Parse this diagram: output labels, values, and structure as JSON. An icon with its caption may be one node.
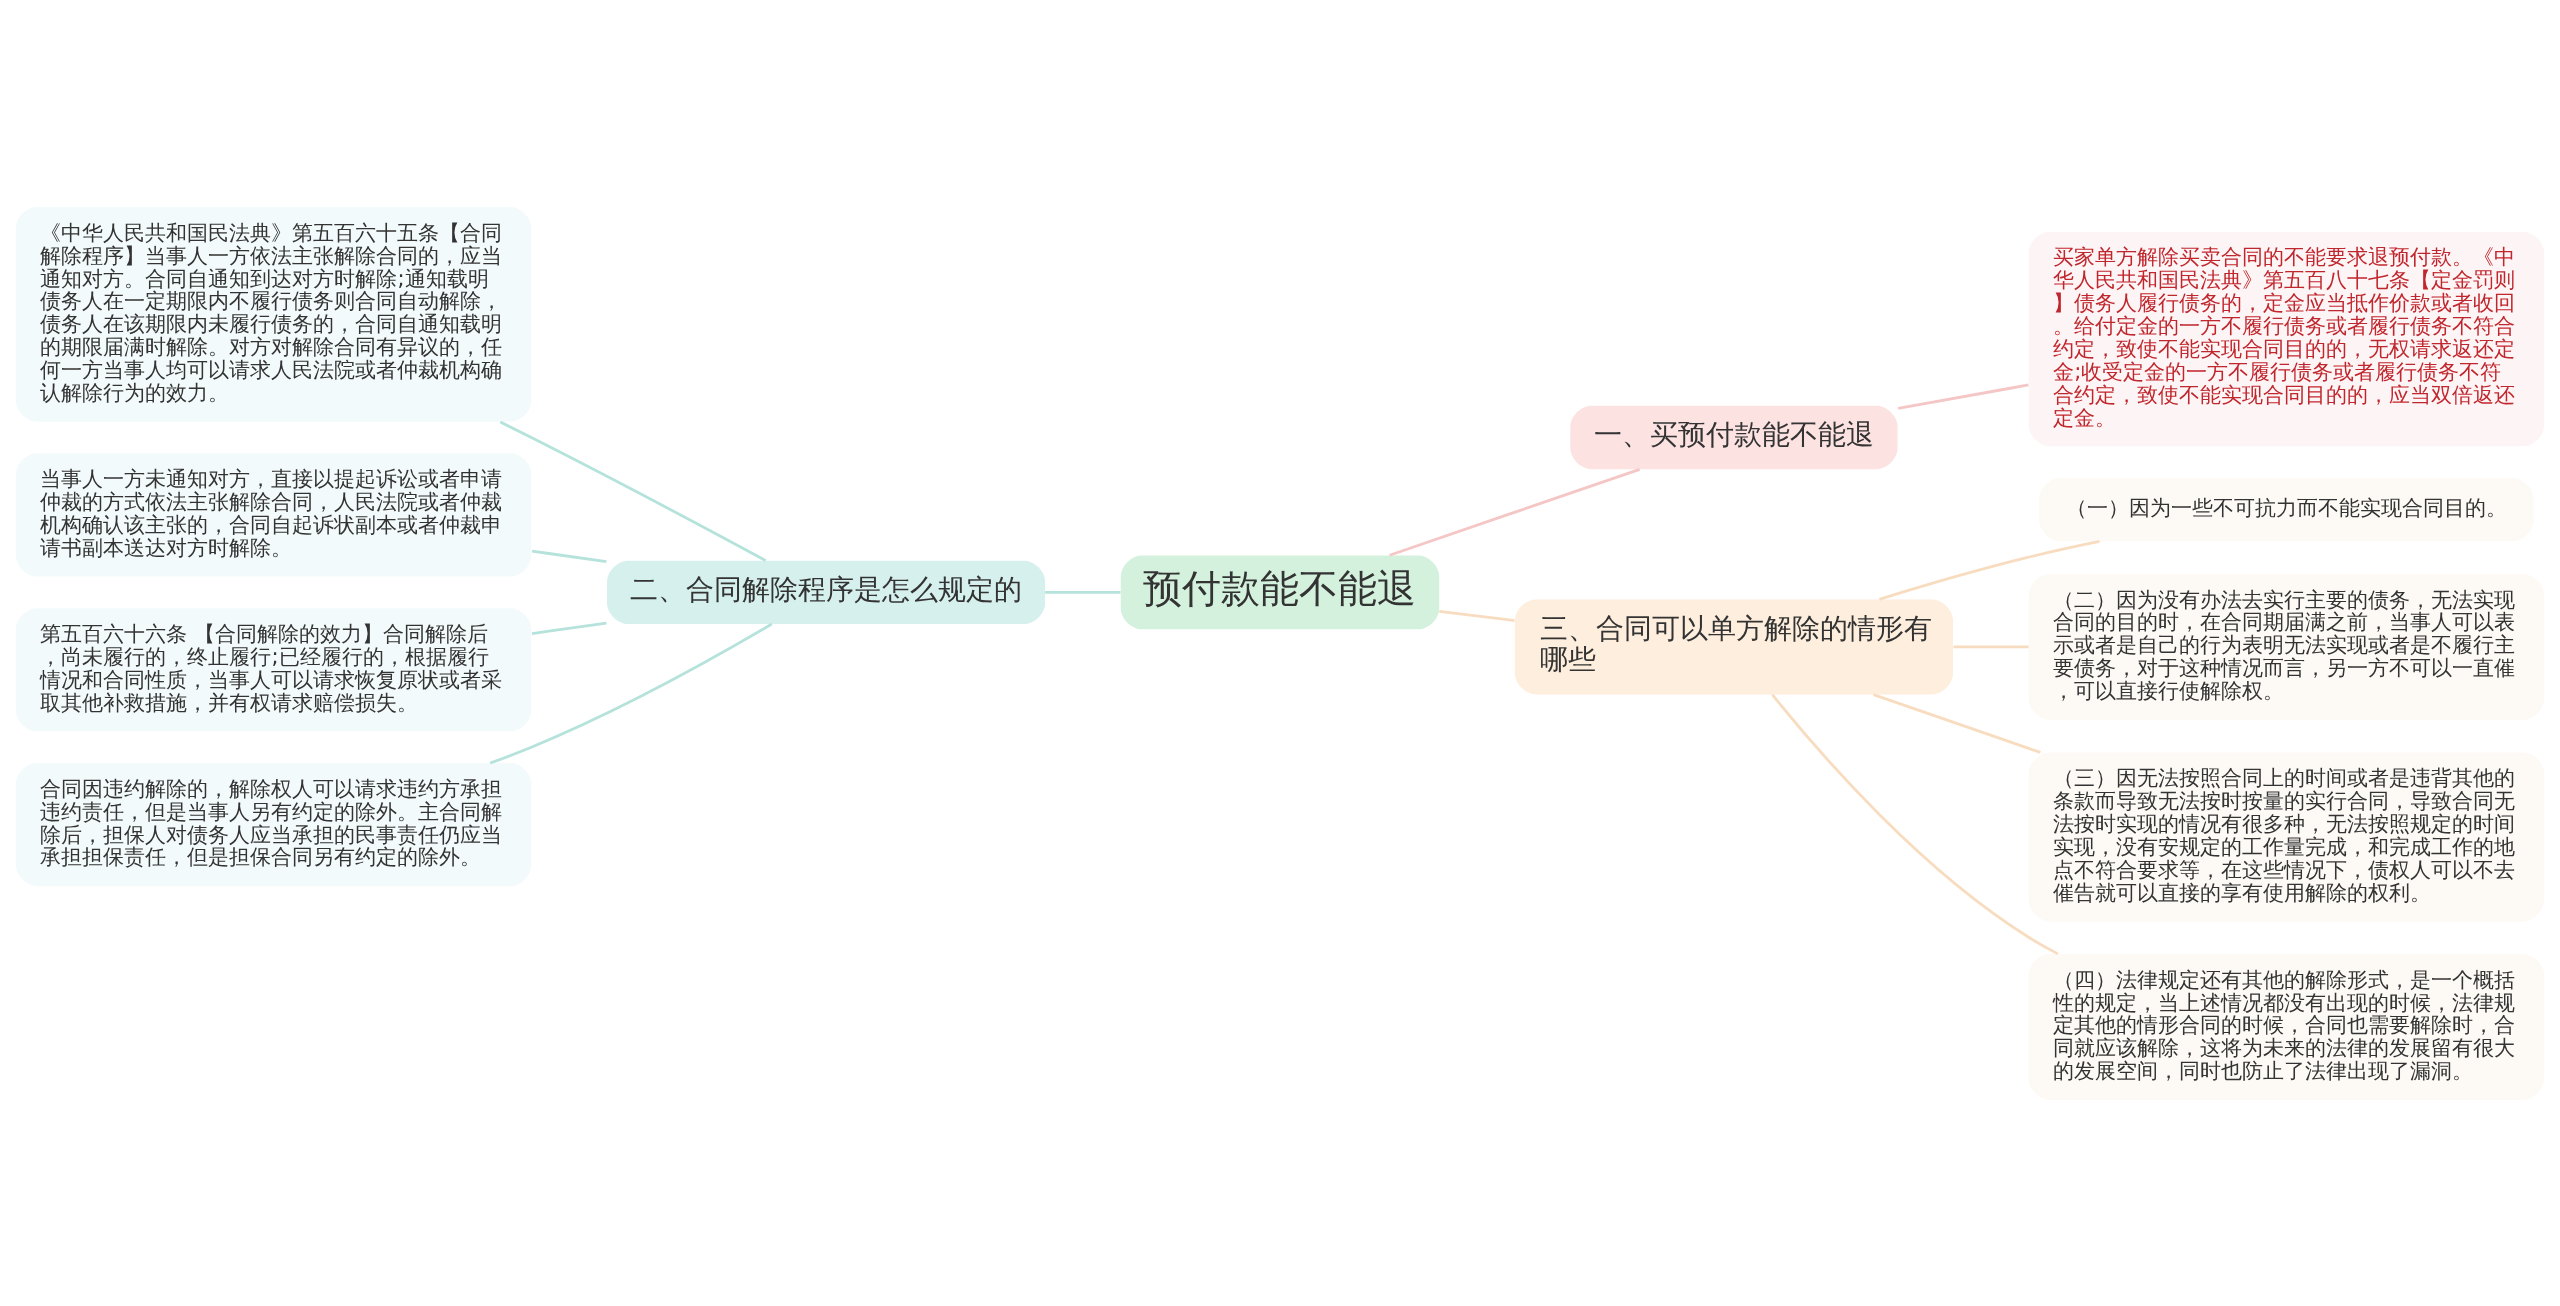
{
  "diagram": {
    "nodes": [
      {
        "text": [
          "预付款能不能退"
        ]
      },
      {
        "text": [
          "一、买预付款能不能退"
        ]
      },
      {
        "text": [
          "买家单方解除买卖合同的不能要求退预付款。《中华人民共和国民法典》第五百八十七条【定金罚则】债务人履行债务的，定金应当抵作价款或者收回。给付定金的一方不履行债务或者履行债务不符合约定，致使不能实现合同目的的，无权请求返还定金;收受定金的一方不履行债务或者履行债务不符合约定，致使不能实现合同目的的，应当双倍返还定金。"
        ]
      },
      {
        "text": [
          "二、合同解除程序是怎么规定的"
        ]
      },
      {
        "text": [
          "《中华人民共和国民法典》第五百六十五条【合同解除程序】当事人一方依法主张解除合同的，应当通知对方。合同自通知到达对方时解除;通知载明债务人在一定期限内不履行债务则合同自动解除，债务人在该期限内未履行债务的，合同自通知载明的期限届满时解除。对方对解除合同有异议的，任何一方当事人均可以请求人民法院或者仲裁机构确认解除行为的效力。"
        ]
      },
      {
        "text": [
          "当事人一方未通知对方，直接以提起诉讼或者申请仲裁的方式依法主张解除合同，人民法院或者仲裁机构确认该主张的，合同自起诉状副本或者仲裁申请书副本送达对方时解除。"
        ]
      },
      {
        "text": [
          "第五百六十六条 【合同解除的效力】合同解除后，尚未履行的，终止履行;已经履行的，根据履行情况和合同性质，当事人可以请求恢复原状或者采取其他补救措施，并有权请求赔偿损失。"
        ]
      },
      {
        "text": [
          "合同因违约解除的，解除权人可以请求违约方承担违约责任，但是当事人另有约定的除外。主合同解除后，担保人对债务人应当承担的民事责任仍应当承担担保责任，但是担保合同另有约定的除外。"
        ]
      },
      {
        "text": [
          "三、合同可以单方解除的情形有哪些"
        ]
      },
      {
        "text": [
          "（一）因为一些不可抗力而不能实现合同目的。"
        ]
      },
      {
        "text": [
          "（二）因为没有办法去实行主要的债务，无法实现合同的目的时，在合同期届满之前，当事人可以表示或者是自己的行为表明无法实现或者是不履行主要债务，对于这种情况而言，另一方不可以一直催，可以直接行使解除权。"
        ]
      },
      {
        "text": [
          "（三）因无法按照合同上的时间或者是违背其他的条款而导致无法按时按量的实行合同，导致合同无法按时实现的情况有很多种，无法按照规定的时间实现，没有安规定的工作量完成，和完成工作的地点不符合要求等，在这些情况下，债权人可以不去催告就可以直接的享有使用解除的权利。"
        ]
      },
      {
        "text": [
          "（四）法律规定还有其他的解除形式，是一个概括性的规定，当上述情况都没有出现的时候，法律规定其他的情形合同的时候，合同也需要解除时，合同就应该解除，这将为未来的法律的发展留有很大的发展空间，同时也防止了法律出现了漏洞。"
        ]
      }
    ],
    "edges": [
      {
        "from": 0,
        "to": 1,
        "arrow": "none",
        "color": "#f5c6c6"
      },
      {
        "from": 1,
        "to": 2,
        "arrow": "none",
        "color": "#f5c6c6"
      },
      {
        "from": 0,
        "to": 3,
        "arrow": "none",
        "color": "#b5e3dc"
      },
      {
        "from": 3,
        "to": 4,
        "arrow": "none",
        "color": "#b5e3dc"
      },
      {
        "from": 3,
        "to": 5,
        "arrow": "none",
        "color": "#b5e3dc"
      },
      {
        "from": 3,
        "to": 6,
        "arrow": "none",
        "color": "#b5e3dc"
      },
      {
        "from": 3,
        "to": 7,
        "arrow": "none",
        "color": "#b5e3dc"
      },
      {
        "from": 0,
        "to": 8,
        "arrow": "none",
        "color": "#f8dcc0"
      },
      {
        "from": 8,
        "to": 9,
        "arrow": "none",
        "color": "#f8dcc0"
      },
      {
        "from": 8,
        "to": 10,
        "arrow": "none",
        "color": "#f8dcc0"
      },
      {
        "from": 8,
        "to": 11,
        "arrow": "none",
        "color": "#f8dcc0"
      },
      {
        "from": 8,
        "to": 12,
        "arrow": "none",
        "color": "#f8dcc0"
      }
    ]
  }
}
